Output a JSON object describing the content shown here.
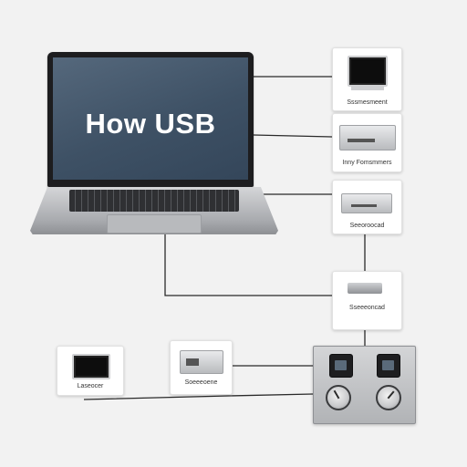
{
  "title": "How USB",
  "devices": [
    {
      "id": "monitor",
      "label": "Sssmesmeent"
    },
    {
      "id": "scanner",
      "label": "Inny Fomsmmers"
    },
    {
      "id": "printer",
      "label": "Seeoroocad"
    },
    {
      "id": "drive",
      "label": "Sseeeoncad"
    },
    {
      "id": "screen-device",
      "label": "Laseocer"
    },
    {
      "id": "card-reader",
      "label": "Soeeeoene"
    }
  ],
  "colors": {
    "background": "#f2f2f2",
    "screen": "#46596d",
    "wire": "#222222",
    "card": "#ffffff"
  }
}
